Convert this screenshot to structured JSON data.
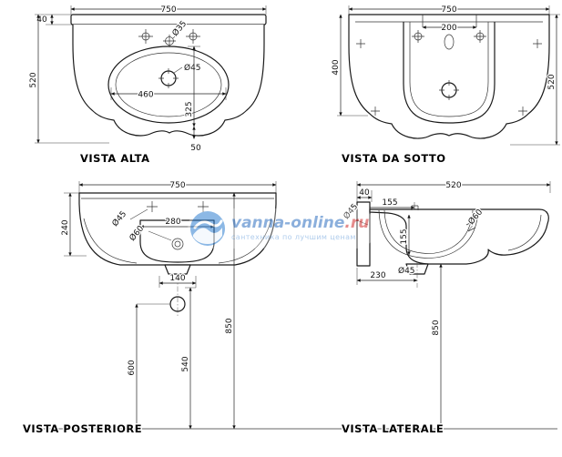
{
  "watermark": {
    "brand": "vanna-online",
    "brand_suffix": ".ru",
    "tagline": "сантехника по лучшим ценам"
  },
  "views": {
    "vista_alta": {
      "title": "VISTA ALTA",
      "dims": {
        "total_width": "750",
        "back_ledge": "40",
        "total_depth": "520",
        "tap_hole": "Ø35",
        "drain": "Ø45",
        "basin_width": "460",
        "basin_depth": "325",
        "front_edge": "50"
      }
    },
    "vista_da_sotto": {
      "title": "VISTA DA SOTTO",
      "dims": {
        "total_width": "750",
        "recess_width": "200",
        "basin_depth": "400",
        "total_depth": "520"
      }
    },
    "vista_posteriore": {
      "title": "VISTA POSTERIORE",
      "dims": {
        "total_width": "750",
        "tap_hole": "Ø45",
        "height": "240",
        "inner_width": "280",
        "overflow": "Ø60",
        "fixing_spacing": "140",
        "drain_height": "600",
        "trap_height": "540",
        "rim_height": "850"
      }
    },
    "vista_laterale": {
      "title": "VISTA LATERALE",
      "dims": {
        "total_depth": "520",
        "back_ledge": "40",
        "tap_offset": "155",
        "tap_hole": "Ø45",
        "bowl_depth": "155",
        "overflow": "Ø60",
        "drain_offset": "230",
        "drain": "Ø45",
        "rim_height": "850"
      }
    }
  }
}
